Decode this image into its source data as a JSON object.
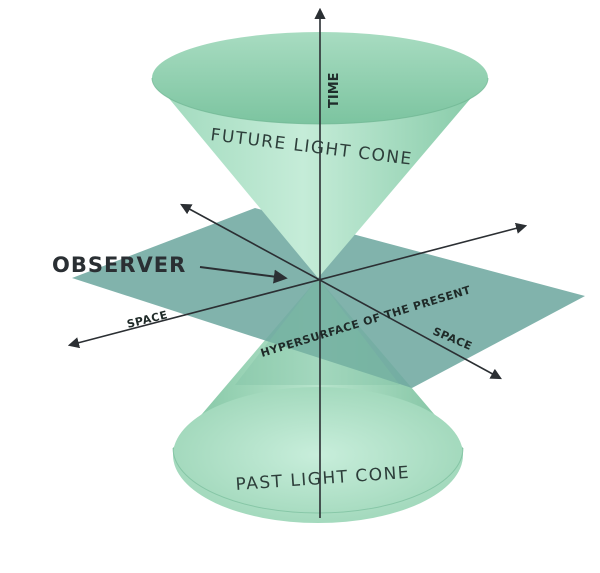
{
  "labels": {
    "time": "TIME",
    "future_cone": "FUTURE LIGHT CONE",
    "observer": "OBSERVER",
    "space_left": "SPACE",
    "space_right": "SPACE",
    "hypersurface": "HYPERSURFACE OF THE PRESENT",
    "past_cone": "PAST LIGHT CONE"
  },
  "colors": {
    "cone_light": "#bfe8d2",
    "cone_mid": "#8ed1b0",
    "cone_dark": "#5da886",
    "plane": "#6fa8a0",
    "axis": "#2b2f33"
  }
}
